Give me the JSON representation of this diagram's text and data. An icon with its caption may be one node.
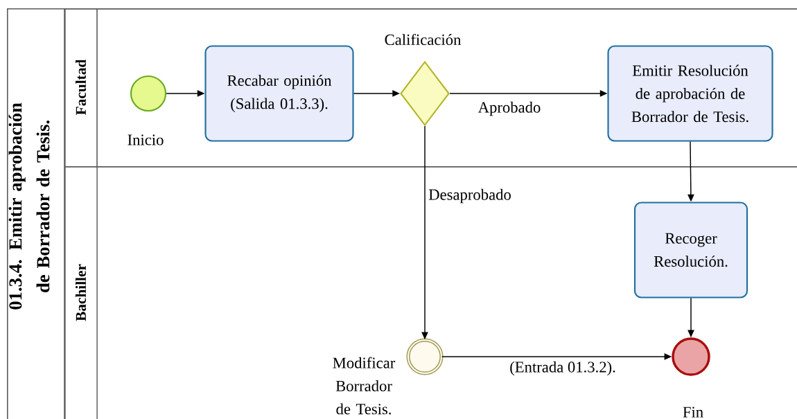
{
  "diagram": {
    "nodes": [
      {
        "text": [
          "01.3.4. Emitir aprobación de Borrador de Tesis."
        ]
      },
      {
        "text": [
          "Facultad"
        ],
        "in": 0
      },
      {
        "text": [
          "Bachiller"
        ],
        "in": 0
      },
      {
        "text": [],
        "shape": "circle",
        "beside": [
          "Inicio"
        ],
        "in": 1
      },
      {
        "text": [
          "Recabar opinión (Salida 01.3.3)."
        ],
        "in": 1
      },
      {
        "text": [],
        "shape": "diamond",
        "beside": [
          "Calificación"
        ],
        "in": 1
      },
      {
        "text": [
          "Emitir Resolución de aprobación de Borrador de Tesis."
        ],
        "in": 1
      },
      {
        "text": [
          "Recoger Resolución."
        ],
        "in": 2
      },
      {
        "text": [],
        "shape": "circle",
        "beside": [
          "Modificar Borrador de Tesis."
        ],
        "in": 2
      },
      {
        "text": [],
        "shape": "circle",
        "beside": [
          "Fin"
        ],
        "in": 2
      }
    ],
    "edges": [
      {
        "from": 3,
        "to": 4,
        "arrow": "to"
      },
      {
        "from": 4,
        "to": 5,
        "arrow": "to"
      },
      {
        "from": 5,
        "to": 6,
        "arrow": "to",
        "label": "Aprobado"
      },
      {
        "from": 5,
        "to": 8,
        "arrow": "to",
        "label": "Desaprobado"
      },
      {
        "from": 6,
        "to": 7,
        "arrow": "to"
      },
      {
        "from": 7,
        "to": 9,
        "arrow": "to"
      },
      {
        "from": 8,
        "to": 9,
        "arrow": "to",
        "label": "(Entrada 01.3.2)."
      }
    ]
  }
}
